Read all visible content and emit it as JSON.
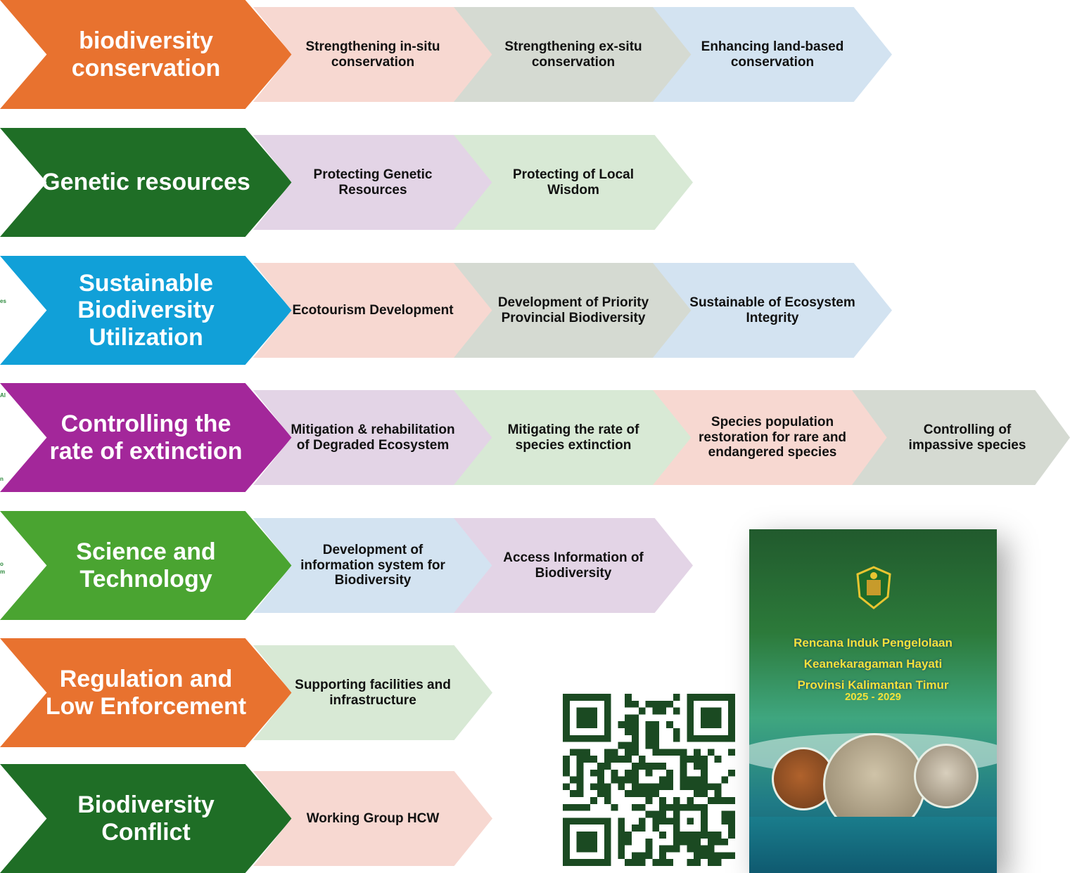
{
  "rows": [
    {
      "label": "biodiversity conservation",
      "items": [
        "Strengthening in-situ conservation",
        "Strengthening ex-situ conservation",
        "Enhancing land-based conservation"
      ]
    },
    {
      "label": "Genetic resources",
      "items": [
        "Protecting Genetic Resources",
        "Protecting of Local Wisdom"
      ]
    },
    {
      "label": "Sustainable Biodiversity Utilization",
      "items": [
        "Ecotourism Development",
        "Development of Priority Provincial Biodiversity",
        "Sustainable of Ecosystem Integrity"
      ]
    },
    {
      "label": "Controlling the rate of extinction",
      "items": [
        "Mitigation & rehabilitation of Degraded Ecosystem",
        "Mitigating the rate of species extinction",
        "Species population restoration for rare and endangered species",
        "Controlling of impassive species"
      ]
    },
    {
      "label": "Science and Technology",
      "items": [
        "Development of information system for Biodiversity",
        "Access Information of Biodiversity"
      ]
    },
    {
      "label": "Regulation and Low Enforcement",
      "items": [
        "Supporting facilities and infrastructure"
      ]
    },
    {
      "label": "Biodiversity Conflict",
      "items": [
        "Working Group HCW"
      ]
    }
  ],
  "margin_fragments": [
    "es",
    "Al",
    "n",
    "o",
    "m"
  ],
  "book_cover": {
    "title_lines": [
      "Rencana Induk Pengelolaan",
      "Keanekaragaman Hayati",
      "Provinsi Kalimantan Timur"
    ],
    "years": "2025 - 2029"
  },
  "colors": {
    "orange": "#e8722f",
    "dark_green": "#1f6e26",
    "blue": "#11a0d8",
    "purple": "#a3279a",
    "light_green": "#4aa431",
    "pink": "#f7d8d1",
    "gray": "#d5dad2",
    "light_blue": "#d3e3f1",
    "lavender": "#e3d4e6",
    "mint": "#d8e9d5"
  }
}
